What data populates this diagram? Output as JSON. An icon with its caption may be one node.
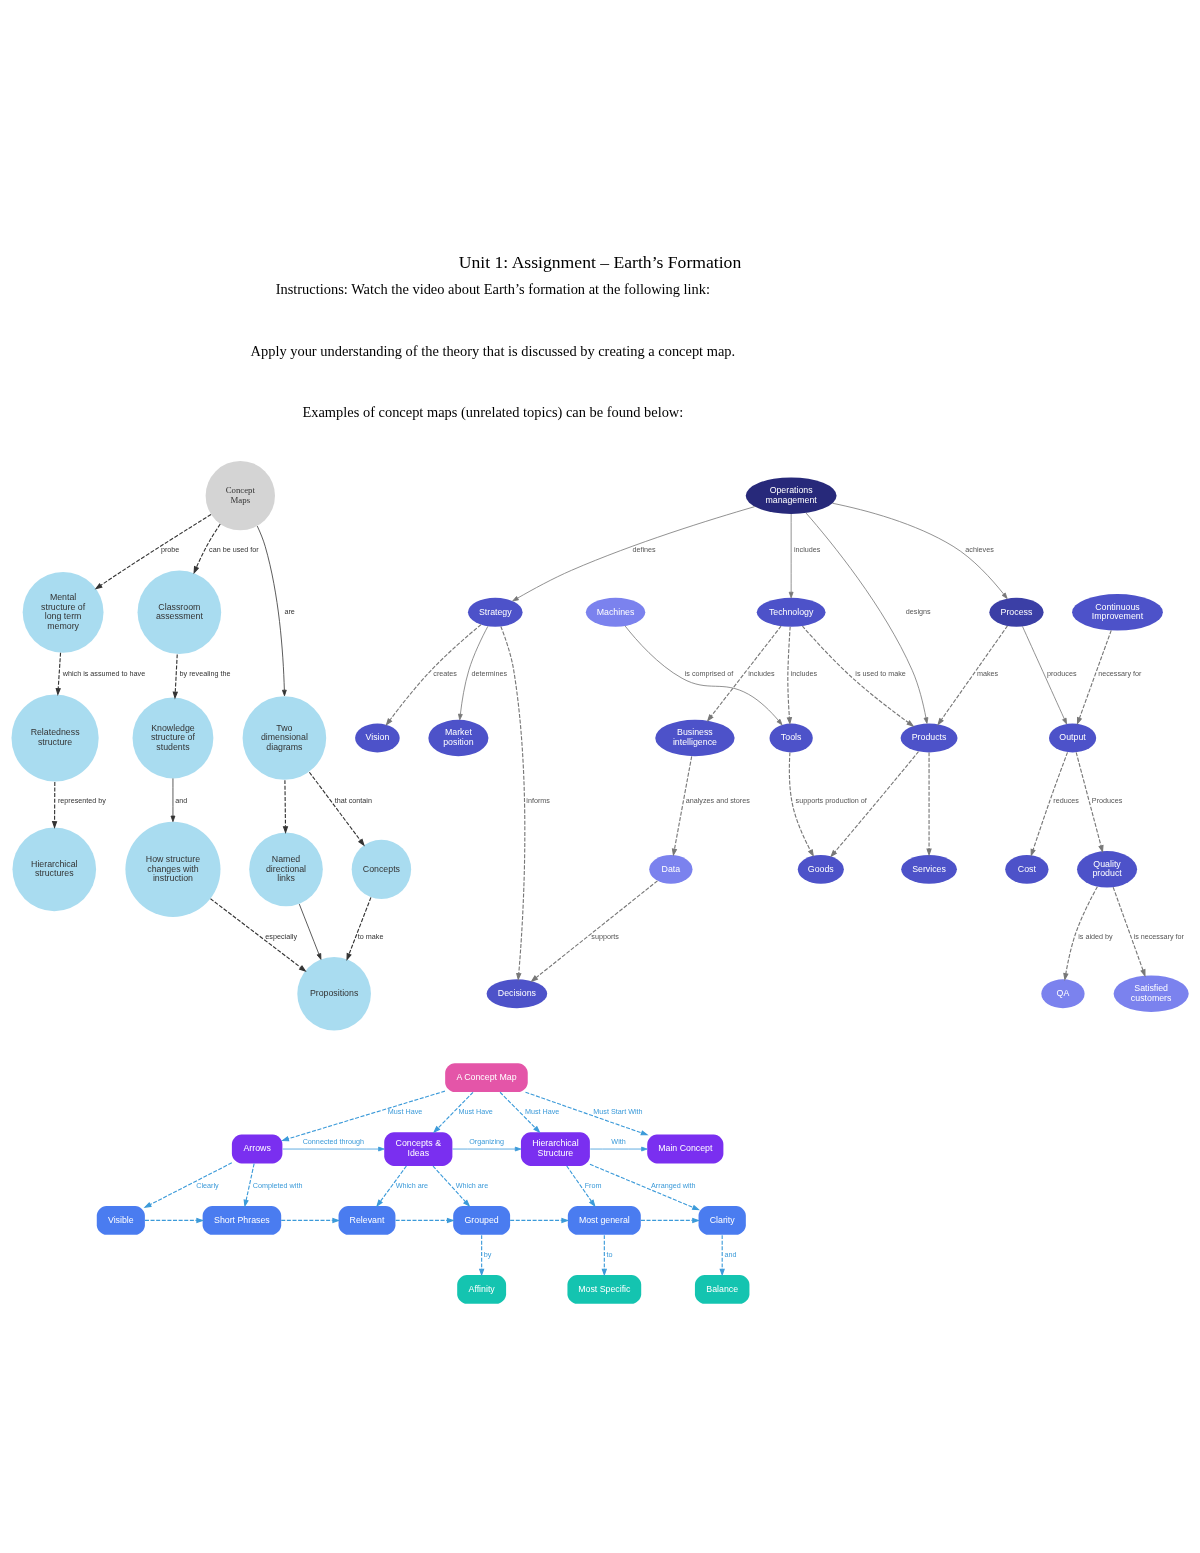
{
  "diagram": {
    "title": "Unit 1: Assignment – Earth’s Formation",
    "nodes": [
      {
        "text": [
          "Concept Maps"
        ]
      },
      {
        "text": [
          "Mental structure of long term memory"
        ]
      },
      {
        "text": [
          "Two dimensional diagrams"
        ]
      },
      {
        "text": [
          "Classroom assessment"
        ]
      },
      {
        "text": [
          "Relatedness structure"
        ]
      },
      {
        "text": [
          "Concepts"
        ]
      },
      {
        "text": [
          "Named directional links"
        ]
      },
      {
        "text": [
          "Hierarchical structures"
        ]
      },
      {
        "text": [
          "Propositions"
        ]
      },
      {
        "text": [
          "Knowledge structure of students"
        ]
      },
      {
        "text": [
          "How structure changes with instruction"
        ]
      },
      {
        "text": [
          "Operations management"
        ]
      },
      {
        "text": [
          "Process"
        ]
      },
      {
        "text": [
          "Output"
        ]
      },
      {
        "text": [
          "Quality product"
        ]
      },
      {
        "text": [
          "QA"
        ]
      },
      {
        "text": [
          "Satisfied customers"
        ]
      },
      {
        "text": [
          "Cost"
        ]
      },
      {
        "text": [
          "Continuous Improvement"
        ]
      },
      {
        "text": [
          "Strategy"
        ]
      },
      {
        "text": [
          "Vision"
        ]
      },
      {
        "text": [
          "Market position"
        ]
      },
      {
        "text": [
          "Decisions"
        ]
      },
      {
        "text": [
          "Products"
        ]
      },
      {
        "text": [
          "Services"
        ]
      },
      {
        "text": [
          "Goods"
        ]
      },
      {
        "text": [
          "Technology"
        ]
      },
      {
        "text": [
          "Business intelligence"
        ]
      },
      {
        "text": [
          "Tools"
        ]
      },
      {
        "text": [
          "Data"
        ]
      },
      {
        "text": [
          "Machines"
        ]
      },
      {
        "text": [
          "A Concept Map"
        ]
      },
      {
        "text": [
          "Arrows"
        ]
      },
      {
        "text": [
          "Concepts & Ideas"
        ]
      },
      {
        "text": [
          "Hierarchical Structure"
        ]
      },
      {
        "text": [
          "Main Concept"
        ]
      },
      {
        "text": [
          "Visible"
        ]
      },
      {
        "text": [
          "Short Phrases"
        ]
      },
      {
        "text": [
          "Relevant"
        ]
      },
      {
        "text": [
          "Grouped"
        ]
      },
      {
        "text": [
          "Most general"
        ]
      },
      {
        "text": [
          "Clarity"
        ]
      },
      {
        "text": [
          "Affinity"
        ]
      },
      {
        "text": [
          "Most Specific"
        ]
      },
      {
        "text": [
          "Balance"
        ]
      }
    ],
    "edges": [
      {
        "from": 0,
        "to": 1,
        "arrow": "to",
        "label": "probe",
        "style": "dashed",
        "color": "#333333"
      },
      {
        "from": 0,
        "to": 2,
        "arrow": "to",
        "label": "are",
        "color": "#333333"
      },
      {
        "from": 0,
        "to": 3,
        "arrow": "to",
        "label": "can be used for",
        "style": "dashed",
        "color": "#333333"
      },
      {
        "from": 1,
        "to": 4,
        "arrow": "to",
        "label": "which is assumed to have",
        "style": "dashed",
        "color": "#333333"
      },
      {
        "from": 2,
        "to": 5,
        "arrow": "to",
        "label": "that contain",
        "style": "dashed",
        "color": "#333333"
      },
      {
        "from": 2,
        "to": 6,
        "arrow": "to",
        "style": "dashed",
        "color": "#333333"
      },
      {
        "from": 4,
        "to": 7,
        "arrow": "to",
        "label": "represented by",
        "style": "dashed",
        "color": "#333333"
      },
      {
        "from": 5,
        "to": 8,
        "arrow": "to",
        "label": "to make",
        "style": "dashed",
        "color": "#333333"
      },
      {
        "from": 6,
        "to": 8,
        "arrow": "to",
        "color": "#333333"
      },
      {
        "from": 3,
        "to": 9,
        "arrow": "to",
        "label": "by revealing the",
        "style": "dashed",
        "color": "#333333"
      },
      {
        "from": 9,
        "to": 10,
        "arrow": "to",
        "label": "and",
        "color": "#333333"
      },
      {
        "from": 10,
        "to": 8,
        "arrow": "to",
        "label": "especially",
        "style": "dashed",
        "color": "#333333"
      },
      {
        "from": 11,
        "to": 12,
        "arrow": "to",
        "label": "achieves"
      },
      {
        "from": 12,
        "to": 13,
        "arrow": "to",
        "label": "produces"
      },
      {
        "from": 13,
        "to": 14,
        "arrow": "to",
        "label": "Produces",
        "style": "dashed"
      },
      {
        "from": 13,
        "to": 17,
        "arrow": "to",
        "label": "reduces",
        "style": "dashed"
      },
      {
        "from": 14,
        "to": 15,
        "arrow": "to",
        "label": "is aided by",
        "style": "dashed"
      },
      {
        "from": 14,
        "to": 16,
        "arrow": "to",
        "label": "is necessary for",
        "style": "dashed"
      },
      {
        "from": 18,
        "to": 13,
        "arrow": "to",
        "label": "necessary for",
        "style": "dashed"
      },
      {
        "from": 11,
        "to": 19,
        "arrow": "to",
        "label": "defines"
      },
      {
        "from": 19,
        "to": 20,
        "arrow": "to",
        "label": "creates",
        "style": "dashed"
      },
      {
        "from": 19,
        "to": 21,
        "arrow": "to",
        "label": "determines"
      },
      {
        "from": 19,
        "to": 22,
        "arrow": "to",
        "label": "informs",
        "style": "dashed"
      },
      {
        "from": 11,
        "to": 23,
        "arrow": "to",
        "label": "designs"
      },
      {
        "from": 12,
        "to": 23,
        "arrow": "to",
        "label": "makes",
        "style": "dashed"
      },
      {
        "from": 23,
        "to": 24,
        "arrow": "to",
        "style": "dashed"
      },
      {
        "from": 23,
        "to": 25,
        "arrow": "to",
        "style": "dashed"
      },
      {
        "from": 11,
        "to": 26,
        "arrow": "to",
        "label": "includes"
      },
      {
        "from": 26,
        "to": 23,
        "arrow": "to",
        "label": "is used to make",
        "style": "dashed"
      },
      {
        "from": 26,
        "to": 27,
        "arrow": "to",
        "label": "includes",
        "style": "dashed"
      },
      {
        "from": 26,
        "to": 28,
        "arrow": "to",
        "label": "includes",
        "style": "dashed"
      },
      {
        "from": 27,
        "to": 29,
        "arrow": "to",
        "label": "analyzes and stores",
        "style": "dashed"
      },
      {
        "from": 29,
        "to": 22,
        "arrow": "to",
        "label": "supports",
        "style": "dashed"
      },
      {
        "from": 28,
        "to": 25,
        "arrow": "to",
        "label": "supports production of",
        "style": "dashed"
      },
      {
        "from": 30,
        "to": 28,
        "arrow": "to",
        "label": "is comprised of"
      },
      {
        "from": 31,
        "to": 32,
        "arrow": "to",
        "label": "Must Have",
        "style": "dashed",
        "color": "#3b9ad9"
      },
      {
        "from": 31,
        "to": 33,
        "arrow": "to",
        "label": "Must Have",
        "style": "dashed",
        "color": "#3b9ad9"
      },
      {
        "from": 31,
        "to": 34,
        "arrow": "to",
        "label": "Must Have",
        "style": "dashed",
        "color": "#3b9ad9"
      },
      {
        "from": 31,
        "to": 35,
        "arrow": "to",
        "label": "Must Start With",
        "style": "dashed",
        "color": "#3b9ad9"
      },
      {
        "from": 32,
        "to": 33,
        "arrow": "to",
        "label": "Connected through",
        "color": "#3b9ad9"
      },
      {
        "from": 33,
        "to": 34,
        "arrow": "to",
        "label": "Organizing",
        "color": "#3b9ad9"
      },
      {
        "from": 34,
        "to": 35,
        "arrow": "to",
        "label": "With",
        "color": "#3b9ad9"
      },
      {
        "from": 32,
        "to": 36,
        "arrow": "to",
        "label": "Clearly",
        "style": "dashed",
        "color": "#3b9ad9"
      },
      {
        "from": 32,
        "to": 37,
        "arrow": "to",
        "label": "Completed with",
        "style": "dashed",
        "color": "#3b9ad9"
      },
      {
        "from": 33,
        "to": 38,
        "arrow": "to",
        "label": "Which are",
        "style": "dashed",
        "color": "#3b9ad9"
      },
      {
        "from": 33,
        "to": 39,
        "arrow": "to",
        "label": "Which are",
        "style": "dashed",
        "color": "#3b9ad9"
      },
      {
        "from": 34,
        "to": 40,
        "arrow": "to",
        "label": "From",
        "style": "dashed",
        "color": "#3b9ad9"
      },
      {
        "from": 34,
        "to": 41,
        "arrow": "to",
        "label": "Arranged with",
        "style": "dashed",
        "color": "#3b9ad9"
      },
      {
        "from": 36,
        "to": 37,
        "arrow": "to",
        "style": "dashed",
        "color": "#3b9ad9"
      },
      {
        "from": 37,
        "to": 38,
        "arrow": "to",
        "style": "dashed",
        "color": "#3b9ad9"
      },
      {
        "from": 38,
        "to": 39,
        "arrow": "to",
        "style": "dashed",
        "color": "#3b9ad9"
      },
      {
        "from": 39,
        "to": 40,
        "arrow": "to",
        "style": "dashed",
        "color": "#3b9ad9"
      },
      {
        "from": 40,
        "to": 41,
        "arrow": "to",
        "style": "dashed",
        "color": "#3b9ad9"
      },
      {
        "from": 39,
        "to": 42,
        "arrow": "to",
        "label": "by",
        "style": "dashed",
        "color": "#3b9ad9"
      },
      {
        "from": 40,
        "to": 43,
        "arrow": "to",
        "label": "to",
        "style": "dashed",
        "color": "#3b9ad9"
      },
      {
        "from": 41,
        "to": 44,
        "arrow": "to",
        "label": "and",
        "style": "dashed",
        "color": "#3b9ad9"
      }
    ],
    "labels": [
      "Instructions: Watch the video about Earth’s formation at the following link:",
      "Apply your understanding of the theory that is discussed by creating a concept map.",
      "Examples of concept maps (unrelated topics) can be found below:"
    ]
  }
}
